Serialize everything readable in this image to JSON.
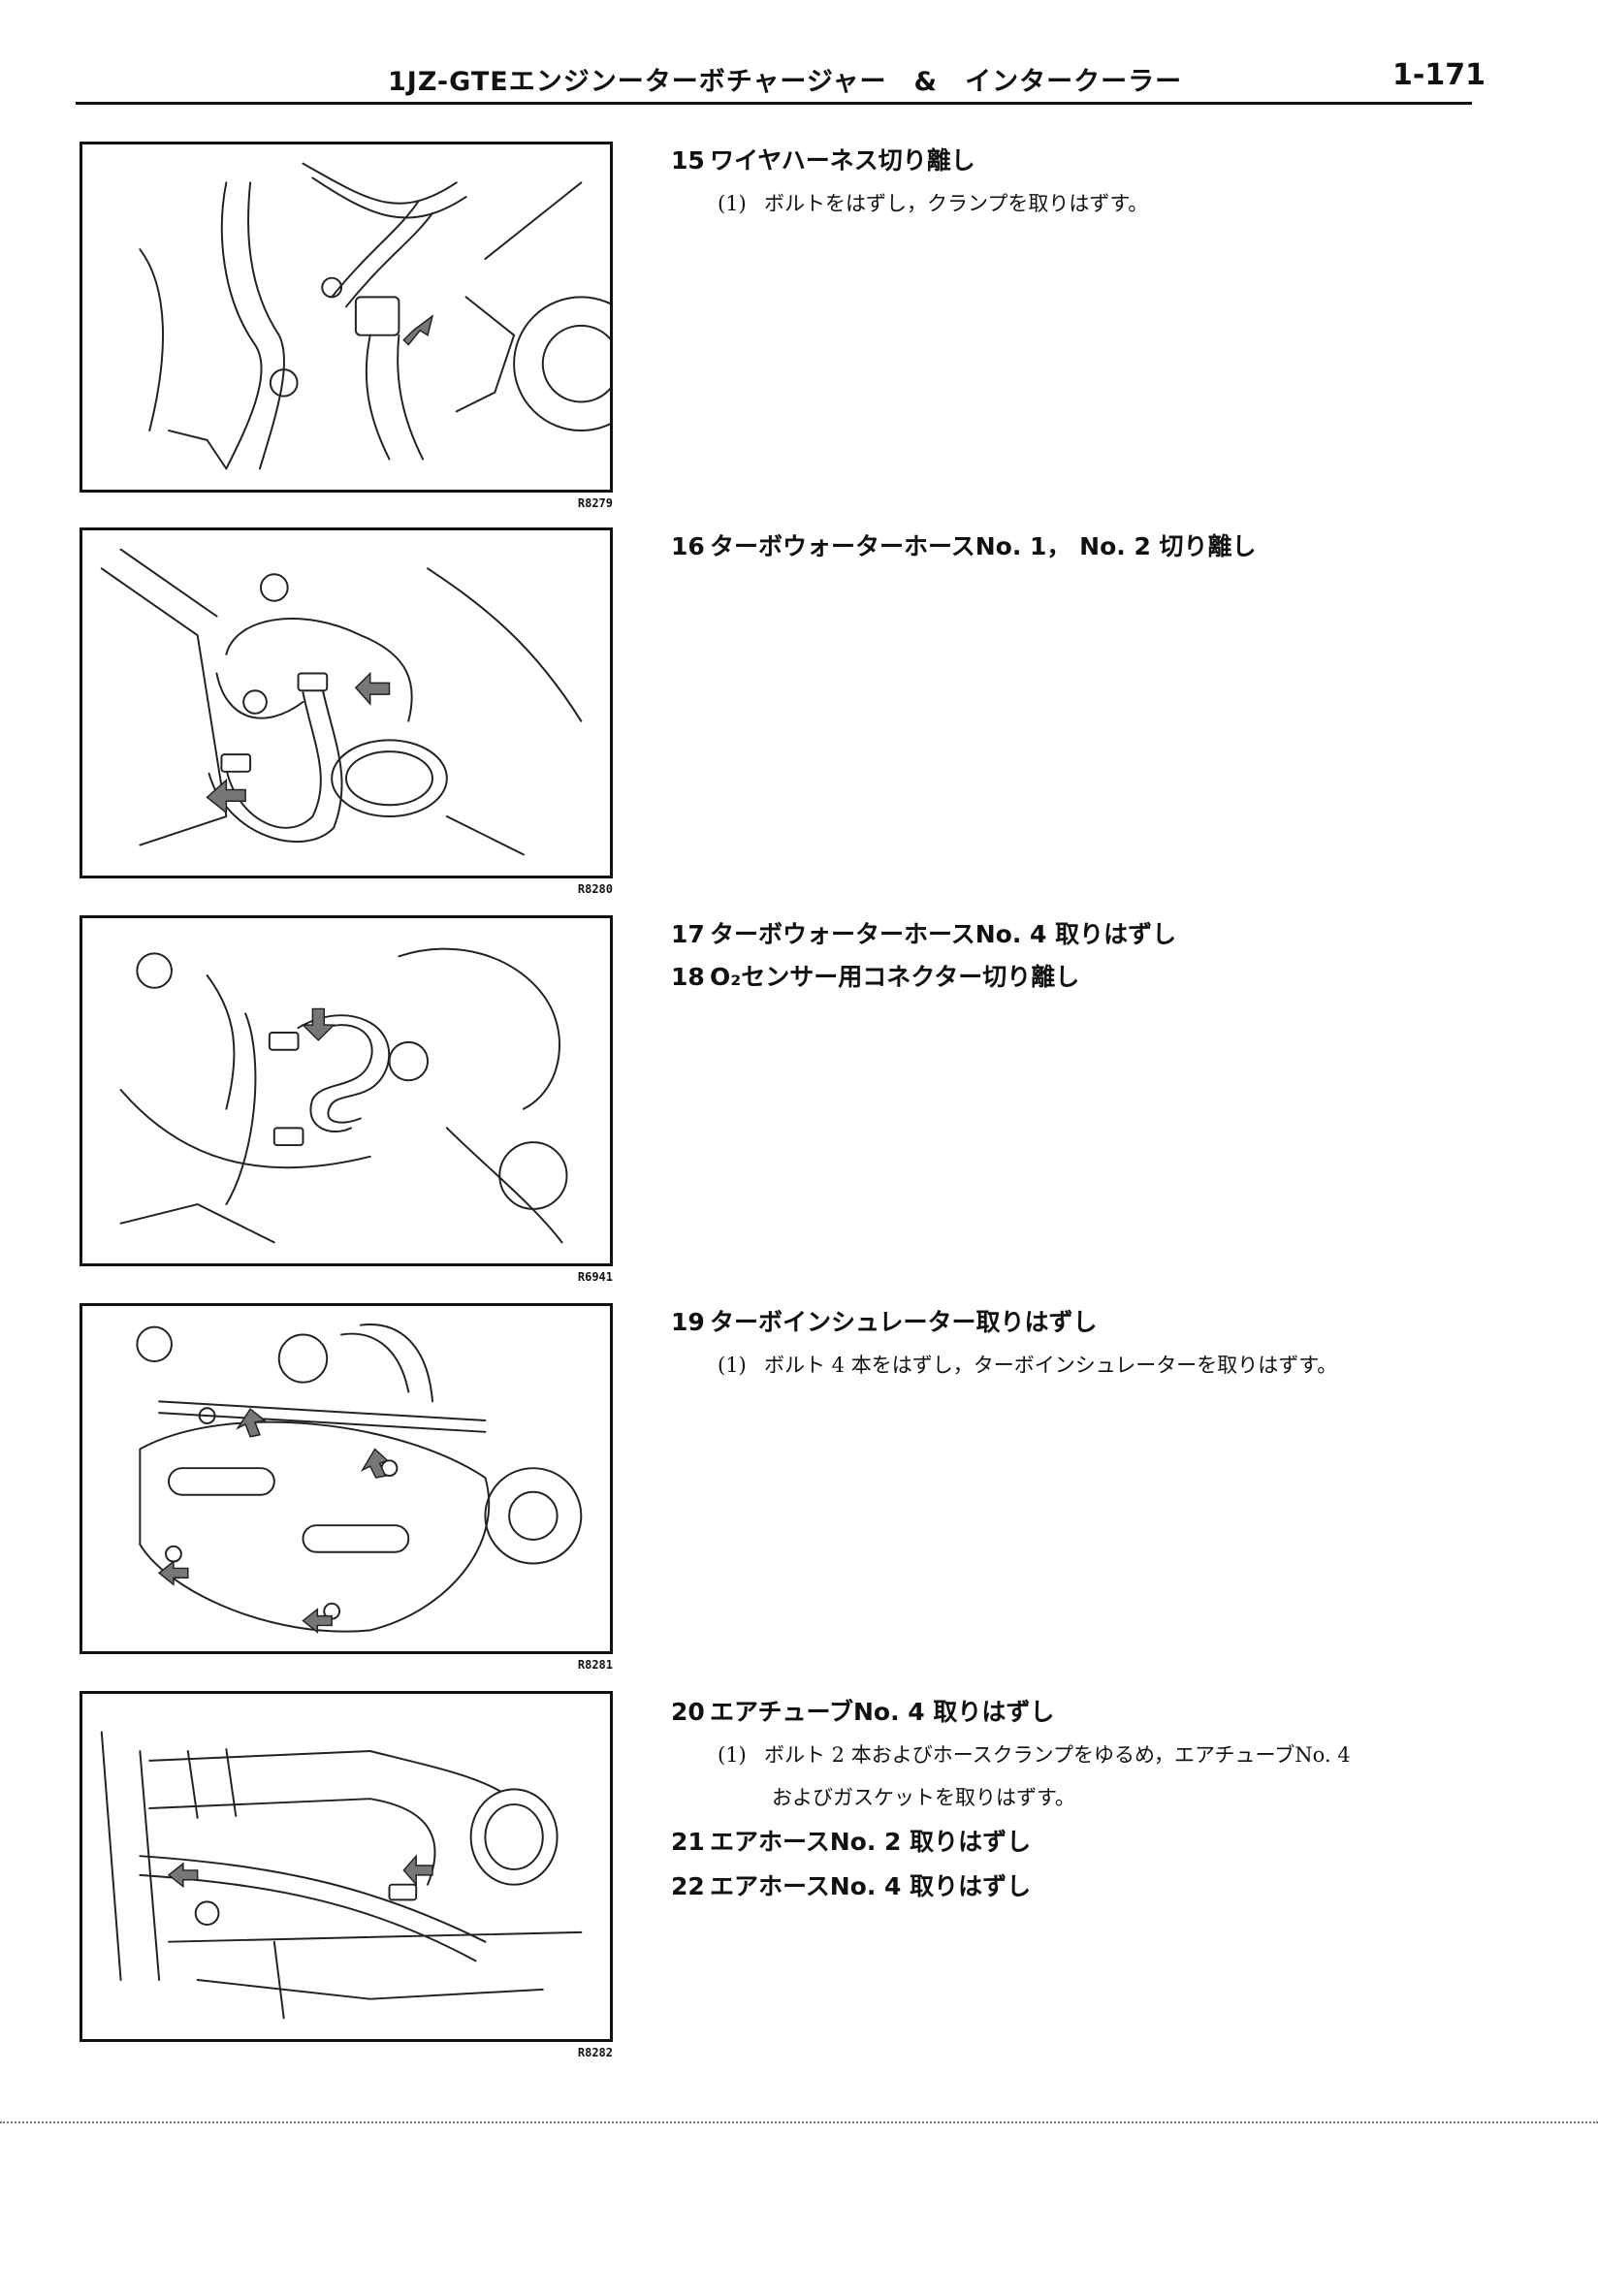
{
  "header": {
    "title": "1JZ-GTEエンジンーターボチャージャー　&　インタークーラー",
    "page_number": "1-171"
  },
  "figures": [
    {
      "code": "R8279"
    },
    {
      "code": "R8280"
    },
    {
      "code": "R6941"
    },
    {
      "code": "R8281"
    },
    {
      "code": "R8282"
    }
  ],
  "steps": [
    {
      "number": "15",
      "title": "ワイヤハーネス切り離し",
      "substeps": [
        {
          "number": "(1)",
          "text": "ボルトをはずし，クランプを取りはずす。"
        }
      ]
    },
    {
      "number": "16",
      "title": "ターボウォーターホースNo. 1， No. 2 切り離し",
      "substeps": []
    },
    {
      "number": "17",
      "title": "ターボウォーターホースNo. 4 取りはずし",
      "substeps": []
    },
    {
      "number": "18",
      "title": "O₂センサー用コネクター切り離し",
      "substeps": []
    },
    {
      "number": "19",
      "title": "ターボインシュレーター取りはずし",
      "substeps": [
        {
          "number": "(1)",
          "text": "ボルト 4 本をはずし，ターボインシュレーターを取りはずす。"
        }
      ]
    },
    {
      "number": "20",
      "title": "エアチューブNo. 4 取りはずし",
      "substeps": [
        {
          "number": "(1)",
          "text": "ボルト 2 本およびホースクランプをゆるめ，エアチューブNo. 4",
          "continuation": "およびガスケットを取りはずす。"
        }
      ]
    },
    {
      "number": "21",
      "title": "エアホースNo. 2 取りはずし",
      "substeps": []
    },
    {
      "number": "22",
      "title": "エアホースNo. 4 取りはずし",
      "substeps": []
    }
  ]
}
